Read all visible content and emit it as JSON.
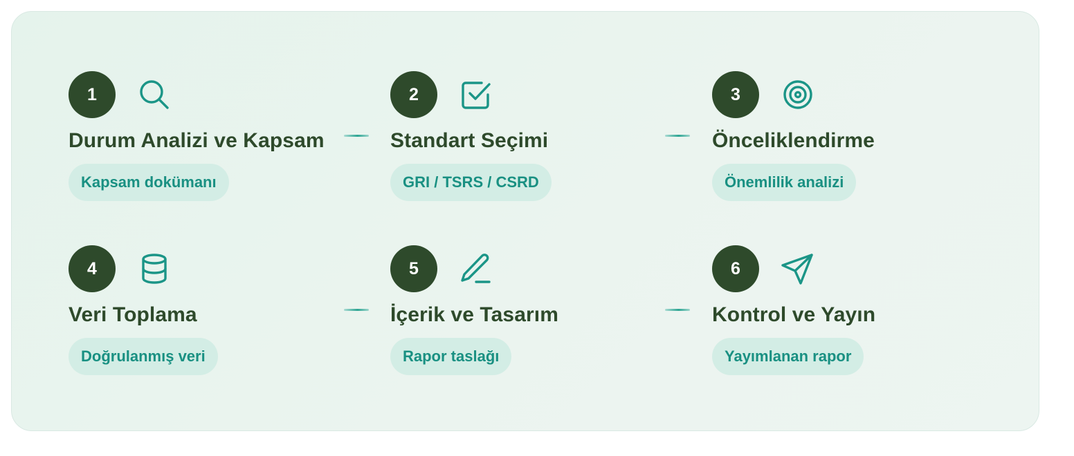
{
  "steps": [
    {
      "number": "1",
      "icon": "search-icon",
      "title": "Durum Analizi ve Kapsam",
      "output": "Kapsam dokümanı"
    },
    {
      "number": "2",
      "icon": "checkbox-icon",
      "title": "Standart Seçimi",
      "output": "GRI / TSRS / CSRD"
    },
    {
      "number": "3",
      "icon": "target-icon",
      "title": "Önceliklendirme",
      "output": "Önemlilik analizi"
    },
    {
      "number": "4",
      "icon": "database-icon",
      "title": "Veri Toplama",
      "output": "Doğrulanmış veri"
    },
    {
      "number": "5",
      "icon": "pen-icon",
      "title": "İçerik ve Tasarım",
      "output": "Rapor taslağı"
    },
    {
      "number": "6",
      "icon": "send-icon",
      "title": "Kontrol ve Yayın",
      "output": "Yayımlanan rapor"
    }
  ],
  "colors": {
    "badge": "#2e4a2b",
    "title": "#2e4a2b",
    "accent": "#1b9587",
    "pill_bg": "#d3ede5",
    "card_bg": "#e7f3ed"
  }
}
